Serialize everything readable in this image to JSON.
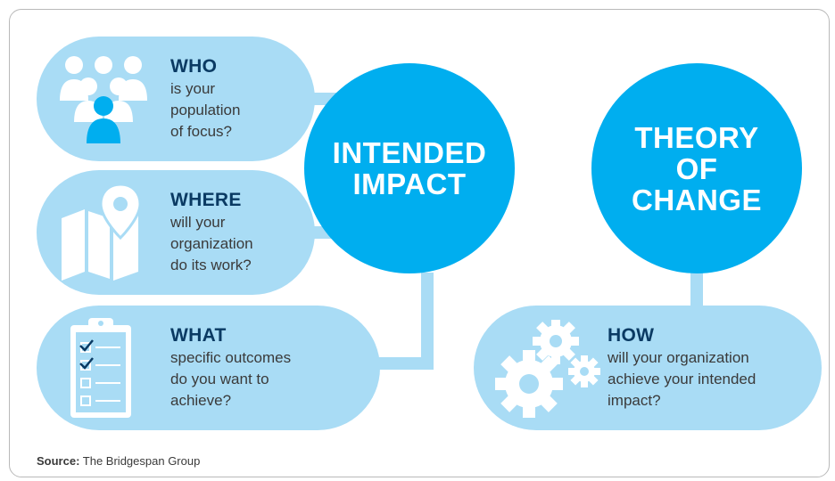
{
  "circles": {
    "intended_impact": "INTENDED IMPACT",
    "theory_of_change": "THEORY OF CHANGE"
  },
  "questions": {
    "who": {
      "title": "WHO",
      "body": [
        "is your",
        "population",
        "of focus?"
      ],
      "icon": "people-group-icon"
    },
    "where": {
      "title": "WHERE",
      "body": [
        "will your",
        "organization",
        "do its work?"
      ],
      "icon": "map-pin-icon"
    },
    "what": {
      "title": "WHAT",
      "body": [
        "specific outcomes",
        "do you want to",
        "achieve?"
      ],
      "icon": "clipboard-checklist-icon"
    },
    "how": {
      "title": "HOW",
      "body": [
        "will your organization",
        "achieve your intended",
        "impact?"
      ],
      "icon": "gears-icon"
    }
  },
  "source": {
    "label": "Source:",
    "text": "The Bridgespan Group"
  },
  "colors": {
    "circle": "#00aeef",
    "pill": "#a9dcf5",
    "connector": "#a9dcf5",
    "heading": "#0a3a63",
    "icon_light": "#ffffff",
    "icon_accent": "#00aeef"
  }
}
